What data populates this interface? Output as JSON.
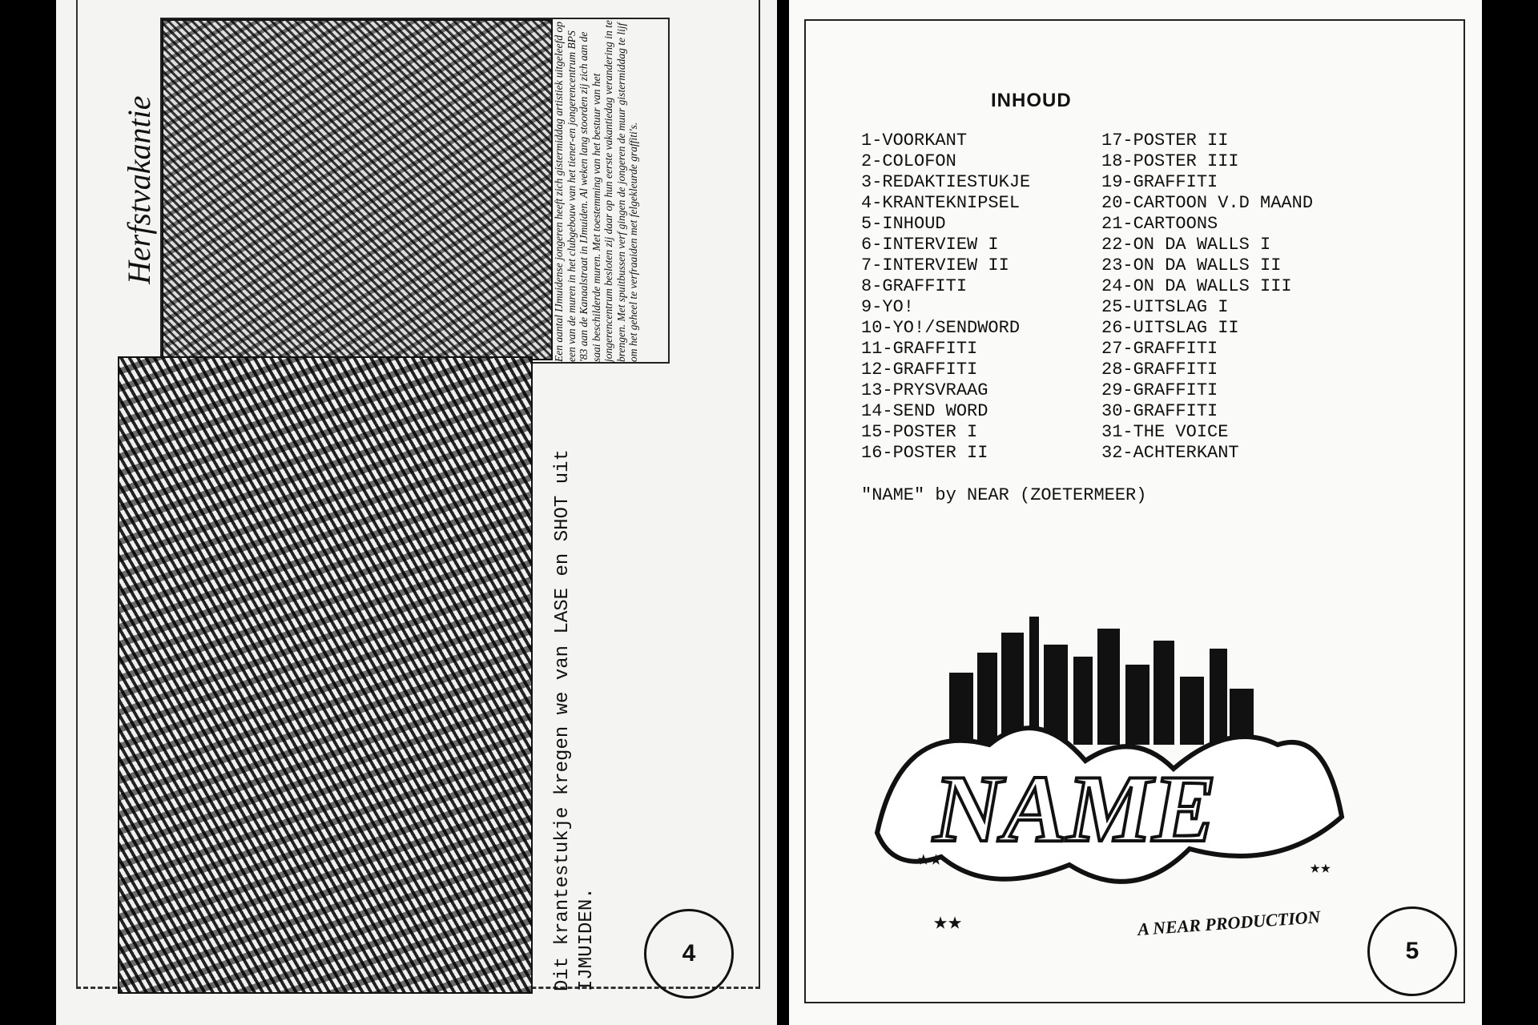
{
  "left_page": {
    "headline": "Herfstvakantie",
    "caption": "Een aantal IJmuidense jongeren heeft zich gistermiddag artistiek uitgeleefd op een van de muren in het clubgebouw van het tiener-en jongerencentrum BPS '83 aan de Kanaalstraat in IJmuiden. Al weken lang stoorden zij zich aan de saai beschilderde muren. Met toestemming van het bestuur van het jongerencentrum besloten zij daar op hun eerste vakantiedag verandering in te brengen. Met spuitbussen verf gingen de jongeren de muur gistermiddag te lijf om het geheel te verfraaiden met felgekleurde graffiti's.",
    "credit": "Dit krantestukje kregen we van LASE en SHOT uit IJMUIDEN.",
    "page_number": "4"
  },
  "right_page": {
    "title": "INHOUD",
    "col1": [
      "1-VOORKANT",
      "2-COLOFON",
      "3-REDAKTIESTUKJE",
      "4-KRANTEKNIPSEL",
      "5-INHOUD",
      "6-INTERVIEW I",
      "7-INTERVIEW II",
      "8-GRAFFITI",
      "9-YO!",
      "10-YO!/SENDWORD",
      "11-GRAFFITI",
      "12-GRAFFITI",
      "13-PRYSVRAAG",
      "14-SEND WORD",
      "15-POSTER I",
      "16-POSTER II"
    ],
    "col2": [
      "17-POSTER II",
      "18-POSTER III",
      "19-GRAFFITI",
      "20-CARTOON V.D MAAND",
      "21-CARTOONS",
      "22-ON DA WALLS I",
      "23-ON DA WALLS II",
      "24-ON DA WALLS III",
      "25-UITSLAG I",
      "26-UITSLAG II",
      "27-GRAFFITI",
      "28-GRAFFITI",
      "29-GRAFFITI",
      "30-GRAFFITI",
      "31-THE VOICE",
      "32-ACHTERKANT"
    ],
    "byline": "\"NAME\" by NEAR (ZOETERMEER)",
    "artwork_text": "NAME",
    "production": "A NEAR PRODUCTION",
    "page_number": "5"
  }
}
